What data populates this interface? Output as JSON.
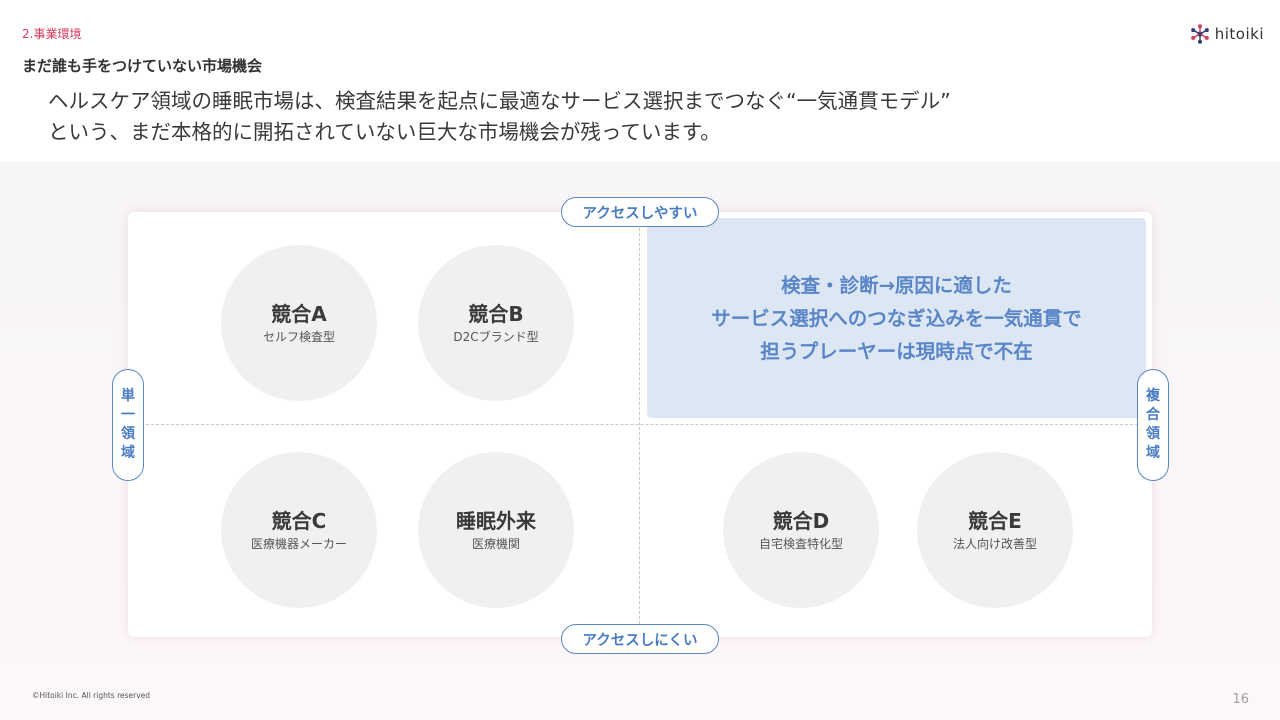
{
  "header": {
    "section_label": "2.事業環境",
    "title": "まだ誰も手をつけていない市場機会",
    "lead_line1": "ヘルスケア領域の睡眠市場は、検査結果を起点に最適なサービス選択までつなぐ“一気通貫モデル”",
    "lead_line2": "という、まだ本格的に開拓されていない巨大な市場機会が残っています。"
  },
  "logo": {
    "text": "hitoiki",
    "icon": "hitoiki-logo-icon"
  },
  "axes": {
    "top": "アクセスしやすい",
    "bottom": "アクセスしにくい",
    "left": "単一領域",
    "right": "複合領域"
  },
  "opportunity": {
    "line1": "検査・診断→原因に適した",
    "line2": "サービス選択へのつなぎ込みを一気通貫で",
    "line3": "担うプレーヤーは現時点で不在",
    "color": "#5a86c8"
  },
  "competitors": [
    {
      "name": "競合A",
      "type": "セルフ検査型"
    },
    {
      "name": "競合B",
      "type": "D2Cブランド型"
    },
    {
      "name": "競合C",
      "type": "医療機器メーカー"
    },
    {
      "name": "睡眠外来",
      "type": "医療機関"
    },
    {
      "name": "競合D",
      "type": "自宅検査特化型"
    },
    {
      "name": "競合E",
      "type": "法人向け改善型"
    }
  ],
  "footer": {
    "copyright": "©Hitoiki Inc. All rights reserved",
    "page": "16"
  },
  "colors": {
    "accent": "#d63a5e",
    "axis_blue": "#4a7cc2",
    "highlight_bg": "#dde7f3"
  }
}
